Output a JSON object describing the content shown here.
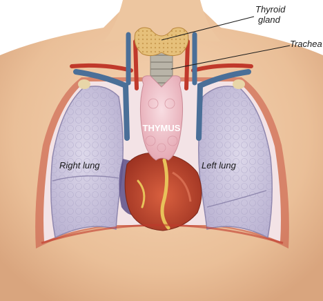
{
  "labels": {
    "thyroid_line1": "Thyroid",
    "thyroid_line2": "gland",
    "trachea": "Trachea",
    "thymus": "THYMUS",
    "right_lung": "Right lung",
    "left_lung": "Left lung"
  },
  "colors": {
    "skin": "#f0c9a4",
    "skin_shadow": "#d9a57e",
    "lung": "#c9c2dc",
    "lung_edge": "#8e86ad",
    "thymus": "#f2c7cf",
    "heart": "#c2482e",
    "artery": "#c0392b",
    "vein": "#4a6f98",
    "thyroid": "#e6c07a",
    "trachea": "#b9b4a8",
    "pericardium_dark": "#5c4f86"
  }
}
